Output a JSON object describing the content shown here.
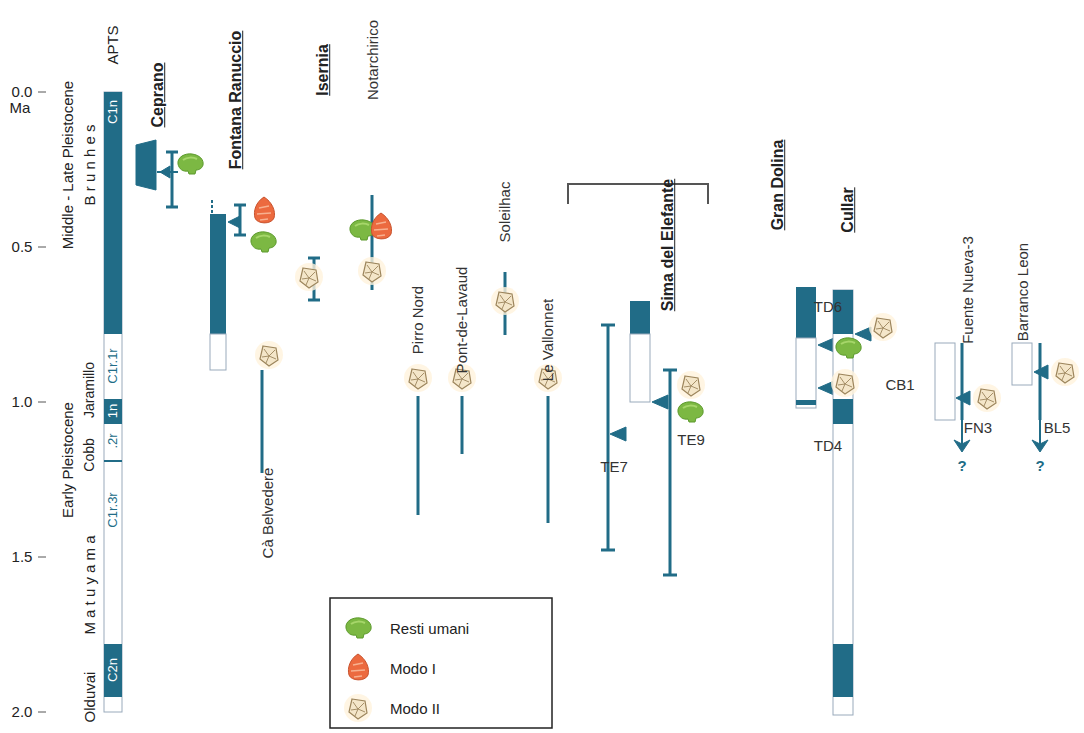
{
  "diagram": {
    "labels": [
      "0.0",
      "Ma",
      "0.5",
      "1.0",
      "1.5",
      "2.0",
      "Middle - Late Pleistocene",
      "Early Pleistocene",
      "B r u n h e s",
      "M a t u y a m a",
      "Olduvai",
      "Cobb",
      "Jaramillo",
      "APTS",
      "C1n",
      "C1r.1r",
      "1n",
      ".2r",
      "C1r.3r",
      "C2n",
      "Ceprano",
      "Fontana Ranuccio",
      "Cà Belvedere",
      "Isernia",
      "Notarchirico",
      "Pirro Nord",
      "Pont-de-Lavaud",
      "Soleilhac",
      "Le Vallonnet",
      "Sima del Elefante",
      "TE7",
      "TE9",
      "Gran Dolina",
      "TD6",
      "TD4",
      "Cullar",
      "CB1",
      "Fuente Nueva-3",
      "Barranco Leon",
      "FN3",
      "BL5",
      "?",
      "?"
    ],
    "legend": [
      {
        "text": "Resti umani"
      },
      {
        "text": "Modo I"
      },
      {
        "text": "Modo II"
      }
    ]
  }
}
